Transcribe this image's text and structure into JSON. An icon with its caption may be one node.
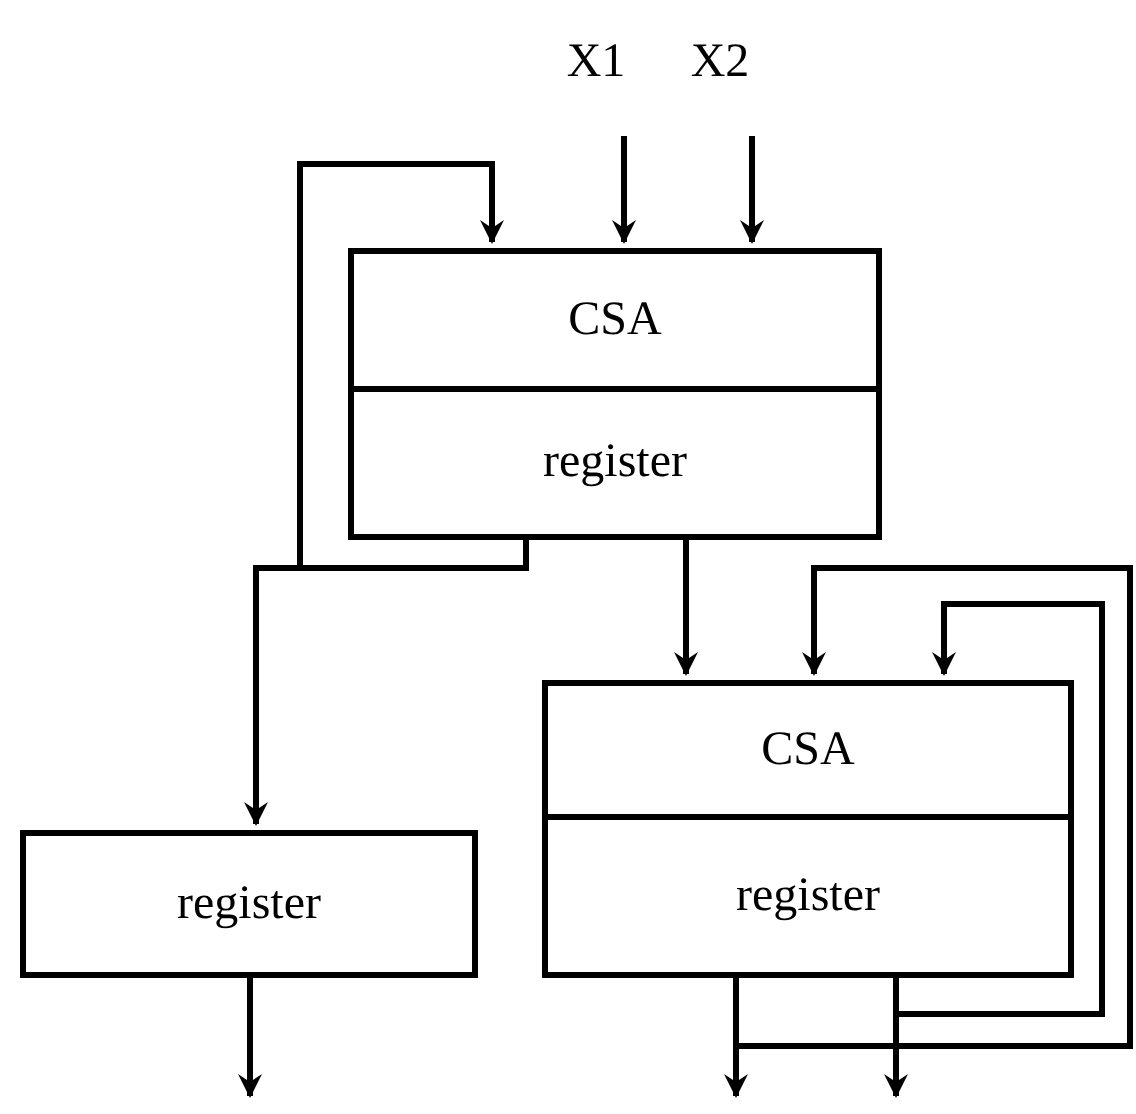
{
  "diagram": {
    "nodes": [
      {
        "text": [
          "CSA"
        ]
      },
      {
        "text": [
          "register"
        ]
      },
      {
        "text": [
          "CSA"
        ]
      },
      {
        "text": [
          "register"
        ]
      },
      {
        "text": [
          "register"
        ]
      }
    ],
    "edges": [
      {
        "from": null,
        "to": 0,
        "arrow": "to"
      },
      {
        "from": null,
        "to": 0,
        "arrow": "to"
      },
      {
        "from": 1,
        "to": 0,
        "arrow": "to"
      },
      {
        "from": 1,
        "to": 4,
        "arrow": "to"
      },
      {
        "from": 1,
        "to": 2,
        "arrow": "to"
      },
      {
        "from": 3,
        "to": 2,
        "arrow": "to"
      },
      {
        "from": 3,
        "to": 2,
        "arrow": "to"
      },
      {
        "from": 3,
        "to": null,
        "arrow": "to"
      },
      {
        "from": 3,
        "to": null,
        "arrow": "to"
      },
      {
        "from": 4,
        "to": null,
        "arrow": "to"
      }
    ],
    "labels": [
      "X1",
      "X2"
    ]
  }
}
